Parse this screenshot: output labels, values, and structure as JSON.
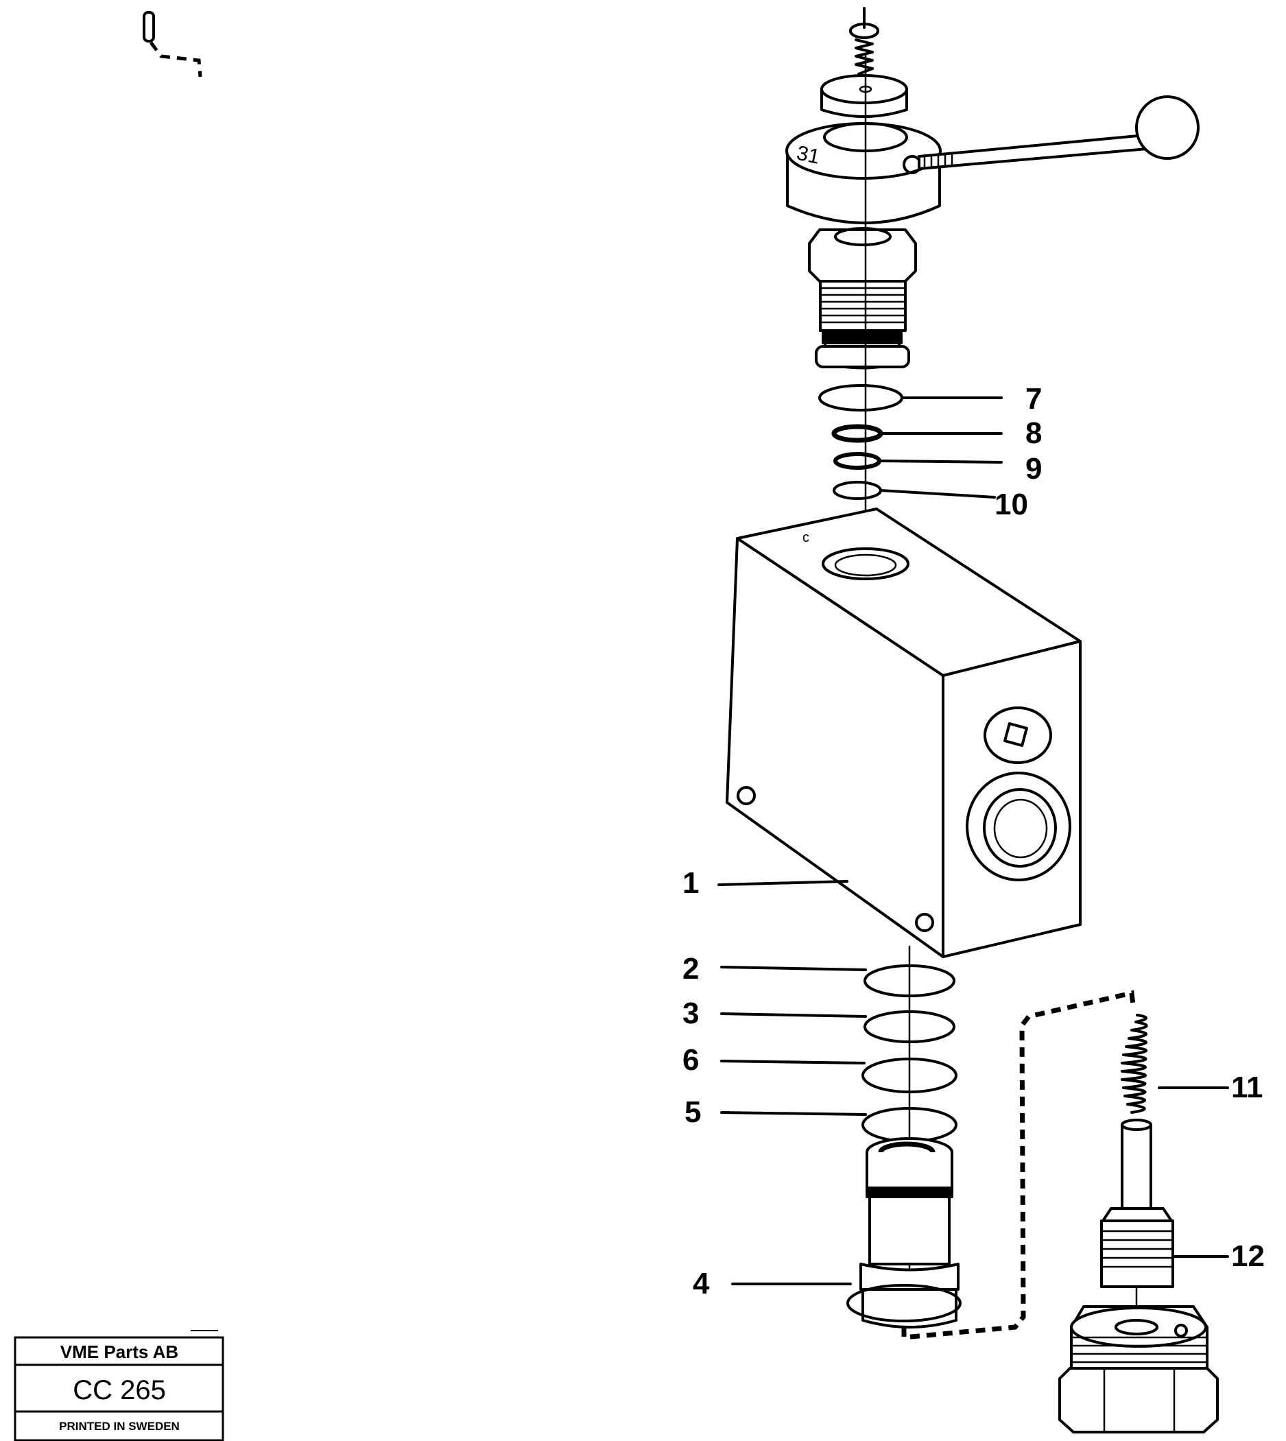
{
  "callouts": [
    {
      "id": "1",
      "label": "1"
    },
    {
      "id": "2",
      "label": "2"
    },
    {
      "id": "3",
      "label": "3"
    },
    {
      "id": "4",
      "label": "4"
    },
    {
      "id": "5",
      "label": "5"
    },
    {
      "id": "6",
      "label": "6"
    },
    {
      "id": "7",
      "label": "7"
    },
    {
      "id": "8",
      "label": "8"
    },
    {
      "id": "9",
      "label": "9"
    },
    {
      "id": "10",
      "label": "10"
    },
    {
      "id": "11",
      "label": "11"
    },
    {
      "id": "12",
      "label": "12"
    }
  ],
  "title_block": {
    "company": "VME Parts AB",
    "drawing_number": "CC 265",
    "printed": "PRINTED IN SWEDEN"
  }
}
